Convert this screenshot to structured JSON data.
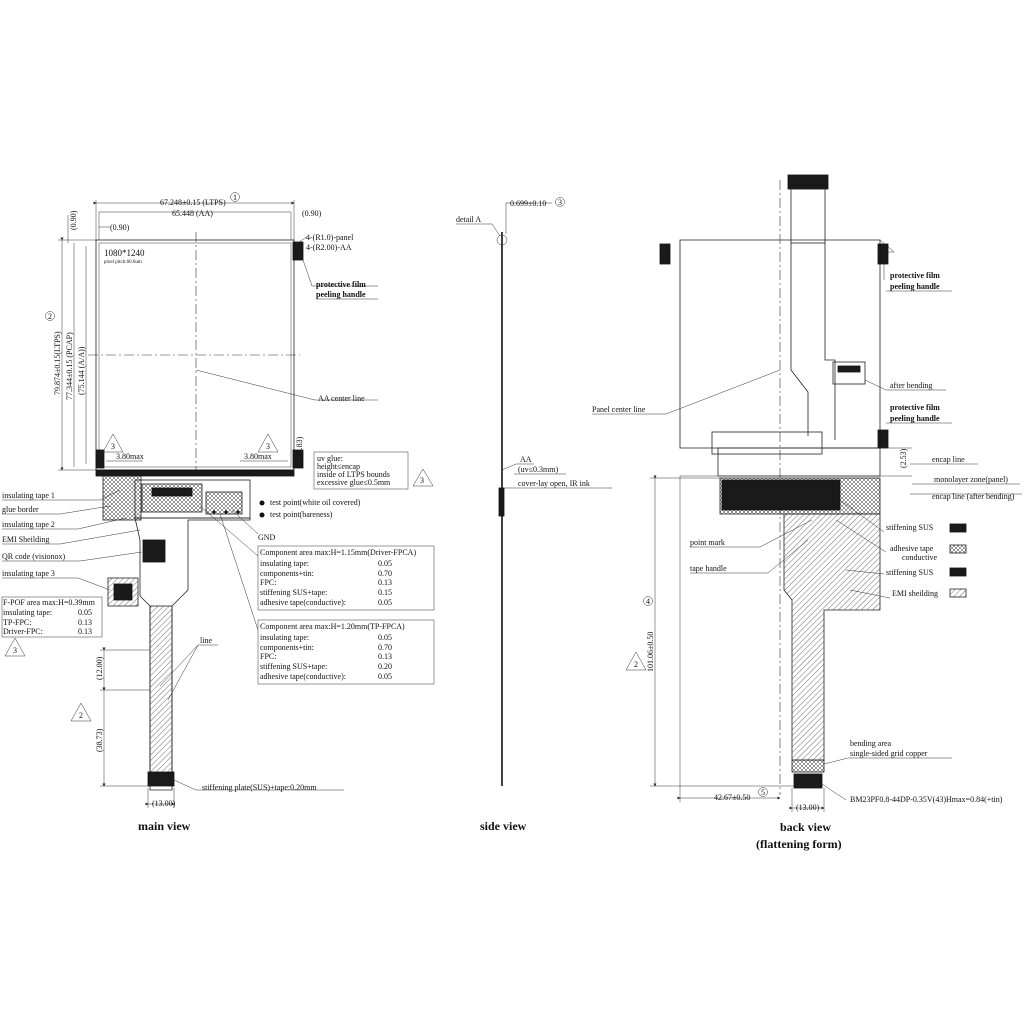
{
  "views": {
    "main": "main view",
    "side": "side view",
    "back_line1": "back view",
    "back_line2": "(flattening form)"
  },
  "main": {
    "dim_ltps": "67.248±0.15 (LTPS)",
    "dim_aa": "65.448 (AA)",
    "dim_090_left": "(0.90)",
    "dim_090_right": "(0.90)",
    "dim_0900_vert": "(0.90)",
    "dim_r_panel": "4-(R1.0)-panel",
    "dim_r_aa": "4-(R2.00)-AA",
    "resolution": "1080*1240",
    "pixel_pitch": "pixel pitch:60.6um",
    "dim_ltps_vert": "79.874±0.15(LTPS)",
    "dim_pcap_vert": "77.344±0.15 (PCAP)",
    "dim_aa_vert": "(75.144 (A/A))",
    "protective_film": "protective film",
    "peeling_handle": "peeling handle",
    "aa_center_line": "AA center line",
    "dim_380_left": "3.80max",
    "dim_380_right": "3.80max",
    "dim_083": "(0.83)",
    "uv_glue_1": "uv glue:",
    "uv_glue_2": "height≤encap",
    "uv_glue_3": "inside of LTPS bounds",
    "uv_glue_4": "excessive glue≤0.5mm",
    "label_insulating_tape_1": "insulating tape 1",
    "label_glue_border": "glue border",
    "label_insulating_tape_2": "insulating tape 2",
    "label_emi": "EMI Sheilding",
    "label_qr": "QR code (visionox)",
    "label_insulating_tape_3": "insulating tape 3",
    "test_point_1": "test point(white oil covered)",
    "test_point_2": "test point(bareness)",
    "gnd": "GND",
    "line_label": "line",
    "dim_12": "(12.00)",
    "dim_3873": "(38.73)",
    "dim_13": "(13.00)",
    "stiffening_plate": "stiffening plate(SUS)+tape:0.20mm",
    "circle_1": "1",
    "circle_2": "2",
    "tri_3": "3",
    "tri_2": "2"
  },
  "fpof_table": {
    "title": "F-POF area max:H=0.39mm",
    "rows": [
      {
        "k": "insulating tape:",
        "v": "0.05"
      },
      {
        "k": "TP-FPC:",
        "v": "0.13"
      },
      {
        "k": "Driver-FPC:",
        "v": "0.13"
      }
    ]
  },
  "component_table_1": {
    "title": "Component area max:H=1.15mm(Driver-FPCA)",
    "rows": [
      {
        "k": "insulating tape:",
        "v": "0.05"
      },
      {
        "k": "components+tin:",
        "v": "0.70"
      },
      {
        "k": "FPC:",
        "v": "0.13"
      },
      {
        "k": "stiffening SUS+tape:",
        "v": "0.15"
      },
      {
        "k": "adhesive tape(conductive):",
        "v": "0.05"
      }
    ]
  },
  "component_table_2": {
    "title": "Component area max:H=1.20mm(TP-FPCA)",
    "rows": [
      {
        "k": "insulating tape:",
        "v": "0.05"
      },
      {
        "k": "components+tin:",
        "v": "0.70"
      },
      {
        "k": "FPC:",
        "v": "0.13"
      },
      {
        "k": "stiffening SUS+tape:",
        "v": "0.20"
      },
      {
        "k": "adhesive tape(conductive):",
        "v": "0.05"
      }
    ]
  },
  "side": {
    "detail_a": "detail A",
    "thickness": "0.699±0.10",
    "circle_3": "3",
    "aa": "AA",
    "uv": "(uv≤0.3mm)",
    "coverlay": "cover-lay open, IR ink"
  },
  "back": {
    "protective_film": "protective film",
    "peeling_handle": "peeling handle",
    "after_bending": "after bending",
    "protective_film_2": "protective film",
    "peeling_handle_2": "peeling handle",
    "panel_center_line": "Panel center line",
    "dim_253": "(2.53)",
    "encap_line": "encap line",
    "monolayer": "monolayer zone(panel)",
    "encap_after": "encap line (after bending)",
    "stiffening_sus": "stiffening SUS",
    "adhesive_tape": "adhesive tape",
    "conductive": "conductive",
    "stiffening_sus_2": "stiffening SUS",
    "emi": "EMI sheilding",
    "point_mark": "point mark",
    "tape_handle": "tape handle",
    "dim_total": "101.06±0.50",
    "circle_4": "4",
    "tri_2": "2",
    "bending_area": "bending area",
    "grid_copper": "single-sided grid copper",
    "dim_4267": "42.67±0.50",
    "circle_5": "5",
    "dim_13": "(13.00)",
    "connector": "BM23PF0.8-44DP-0.35V(43)Hmax=0.84(+tin)"
  }
}
